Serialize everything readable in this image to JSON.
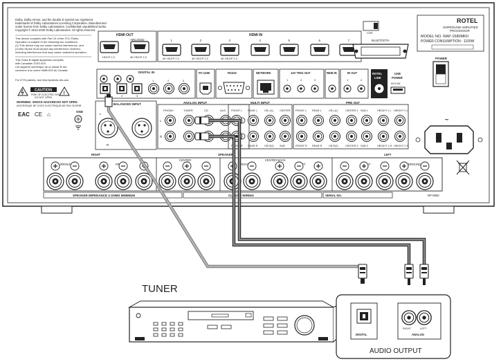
{
  "receiver": {
    "license_text": [
      "Dolby, Dolby Atmos, and the double-D symbol are registered",
      "trademarks of Dolby Laboratories Licensing Corporation. Manufactured",
      "under license from Dolby Laboratories. Confidential unpublished works.",
      "Copyright © 2012-2020 Dolby Laboratories. All rights reserved."
    ],
    "fcc_text": [
      "This device complies with Part 15 of the FCC Rules.",
      "Operation is subject to the following two conditions:",
      "(1) This device may not cause harmful interference, and",
      "(2) this device must accept any interference received,",
      "including interference that may cause undesired operation."
    ],
    "canada_text": [
      "This Class B digital apparatus complies",
      "with Canadian ICES-003.",
      "Cet appareil numérique de la classe B est",
      "conforme à la norme NMB-003 du Canada."
    ],
    "dts_text": "For DTS patents, see http://patents.dts.com.",
    "caution_title": "CAUTION",
    "caution_lines": [
      "RISK OF ELECTRIC SHOCK",
      "DO NOT OPEN"
    ],
    "warning_text": [
      "WARNING: SHOCK HAZARD-DO NOT OPEN",
      "AVIS:RISQUE DE CHOC ELECTRIQUE-NE PAS OUVRIR"
    ],
    "hdmi_out_label": "HDMI OUT",
    "hdmi_out_sub": "ARC/OSD",
    "hdmi_out_ports": [
      "HDCP 2.2",
      "4K HDCP 2.2"
    ],
    "hdmi_in_label": "HDMI IN",
    "hdmi_in_numbers": [
      "1",
      "2",
      "3",
      "4",
      "5",
      "6",
      "7"
    ],
    "hdmi_in_hdcp": [
      "4K HDCP 2.2",
      "4K HDCP 2.2",
      "4K HDCP 2.2"
    ],
    "bluetooth_label": "BLUETOOTH",
    "csr_label": "CSR",
    "brand": "ROTEL",
    "model_lines": [
      "SURROUND AMPLIFIED",
      "PROCESSOR",
      "MODEL NO. RAP-1580MKII",
      "POWER CONSUMPTION : 1100W"
    ],
    "power_label": "POWER",
    "digital_in_label": "DIGITAL IN",
    "optical_numbers": [
      "1",
      "2",
      "3"
    ],
    "coax_numbers": [
      "1",
      "2",
      "3"
    ],
    "pc_usb_label": "PC-USB",
    "rs232_label": "RS232",
    "network_label": "NETWORK",
    "trig_out_label": "12V TRIG OUT",
    "trig_numbers": [
      "1",
      "2",
      "3"
    ],
    "rem_in_label": "REM IN",
    "ir_out_label": "IR OUT",
    "ir_numbers": [
      "1",
      "2"
    ],
    "rotel_link_label": [
      "ROTEL",
      "LINK"
    ],
    "usb_power_label": [
      "USB",
      "POWER"
    ],
    "usb_power_rating": "5V/0.5A",
    "gnd_label": "GND",
    "balanced_input_label": "BALANCED INPUT",
    "balanced_channels": [
      "L",
      "R"
    ],
    "analog_input_label": "ANALOG INPUT",
    "analog_inputs": [
      "PHONO",
      "TUNER",
      "CD",
      "AUX"
    ],
    "analog_row_labels": [
      "L",
      "R"
    ],
    "multi_input_label": "MULTI INPUT",
    "multi_top": [
      "FRONT L",
      "REAR L",
      "CB L(1)",
      "CENTER"
    ],
    "multi_bottom": [
      "FRONT R",
      "REAR R",
      "CB R(2)",
      "SUB"
    ],
    "pre_out_label": "PRE OUT",
    "pre_top": [
      "FRONT L",
      "REAR L",
      "CB L(1)",
      "CENTER 1",
      "SUB 1",
      "HEIGHT 1 L",
      "HEIGHT 2 L"
    ],
    "pre_bottom": [
      "FRONT R",
      "REAR R",
      "CB R(2)",
      "CENTER 2",
      "SUB 2",
      "HEIGHT 1 R",
      "HEIGHT 2 R"
    ],
    "speakers_label": "SPEAKERS",
    "speaker_groups": {
      "right": "RIGHT",
      "surround_r": "SURROUND",
      "front_r": "FRONT",
      "center": "CENTER",
      "center_back": "CENTER BACK",
      "cb_right": "RIGHT",
      "cb_left": "1/LEFT",
      "left": "LEFT",
      "front_l": "FRONT",
      "surround_l": "SURROUND"
    },
    "impedance_label": "SPEAKER IMPEDANCE 4 OHMS MINIMUM",
    "class_wiring_label": "CLASS 2 WIRING",
    "serial_label": "SERIAL NO.",
    "model_code": "RP-0900"
  },
  "tuner": {
    "title": "TUNER",
    "output_box_label": "AUDIO OUTPUT",
    "digital_label": "DIGITAL",
    "analog_label": "ANALOG",
    "right_label": "RIGHT",
    "left_label": "LEFT"
  }
}
